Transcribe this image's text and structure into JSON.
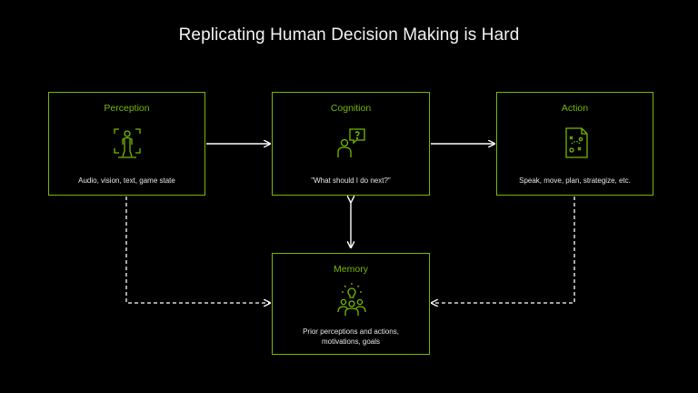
{
  "title": "Replicating Human Decision Making is Hard",
  "colors": {
    "accent": "#76b900",
    "background": "#000000",
    "text": "#f2f2f2",
    "arrow": "#ffffff"
  },
  "boxes": {
    "perception": {
      "label": "Perception",
      "caption": "Audio, vision, text, game state",
      "icon": "person-scan-icon"
    },
    "cognition": {
      "label": "Cognition",
      "caption": "\"What should I do next?\"",
      "icon": "person-thinking-icon"
    },
    "action": {
      "label": "Action",
      "caption": "Speak, move, plan, strategize, etc.",
      "icon": "strategy-playbook-icon"
    },
    "memory": {
      "label": "Memory",
      "caption_line1": "Prior perceptions and actions,",
      "caption_line2": "motivations, goals",
      "icon": "group-idea-icon"
    }
  }
}
